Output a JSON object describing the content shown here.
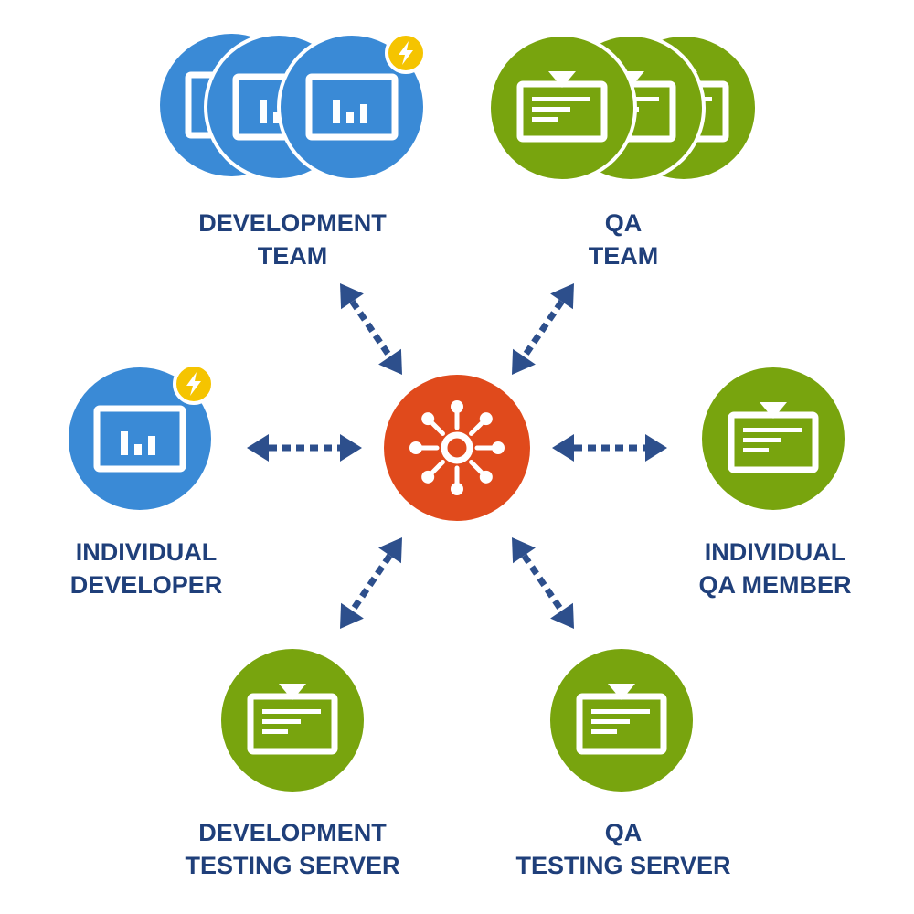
{
  "colors": {
    "blue": "#3a8ad6",
    "green": "#78a40e",
    "hub": "#e04a1c",
    "label": "#1f3f7a",
    "arrow": "#2d4f8c",
    "badge": "#f5c400"
  },
  "icons": {
    "developer": "dashboard-chart-icon",
    "qa": "checklist-clipboard-icon",
    "hub": "network-hub-icon",
    "badge": "lightning-bolt-icon"
  },
  "nodes": {
    "dev_team": {
      "line1": "DEVELOPMENT",
      "line2": "TEAM"
    },
    "qa_team": {
      "line1": "QA",
      "line2": "TEAM"
    },
    "individual_developer": {
      "line1": "INDIVIDUAL",
      "line2": "DEVELOPER"
    },
    "individual_qa": {
      "line1": "INDIVIDUAL",
      "line2": "QA MEMBER"
    },
    "dev_testing_server": {
      "line1": "DEVELOPMENT",
      "line2": "TESTING SERVER"
    },
    "qa_testing_server": {
      "line1": "QA",
      "line2": "TESTING SERVER"
    }
  }
}
